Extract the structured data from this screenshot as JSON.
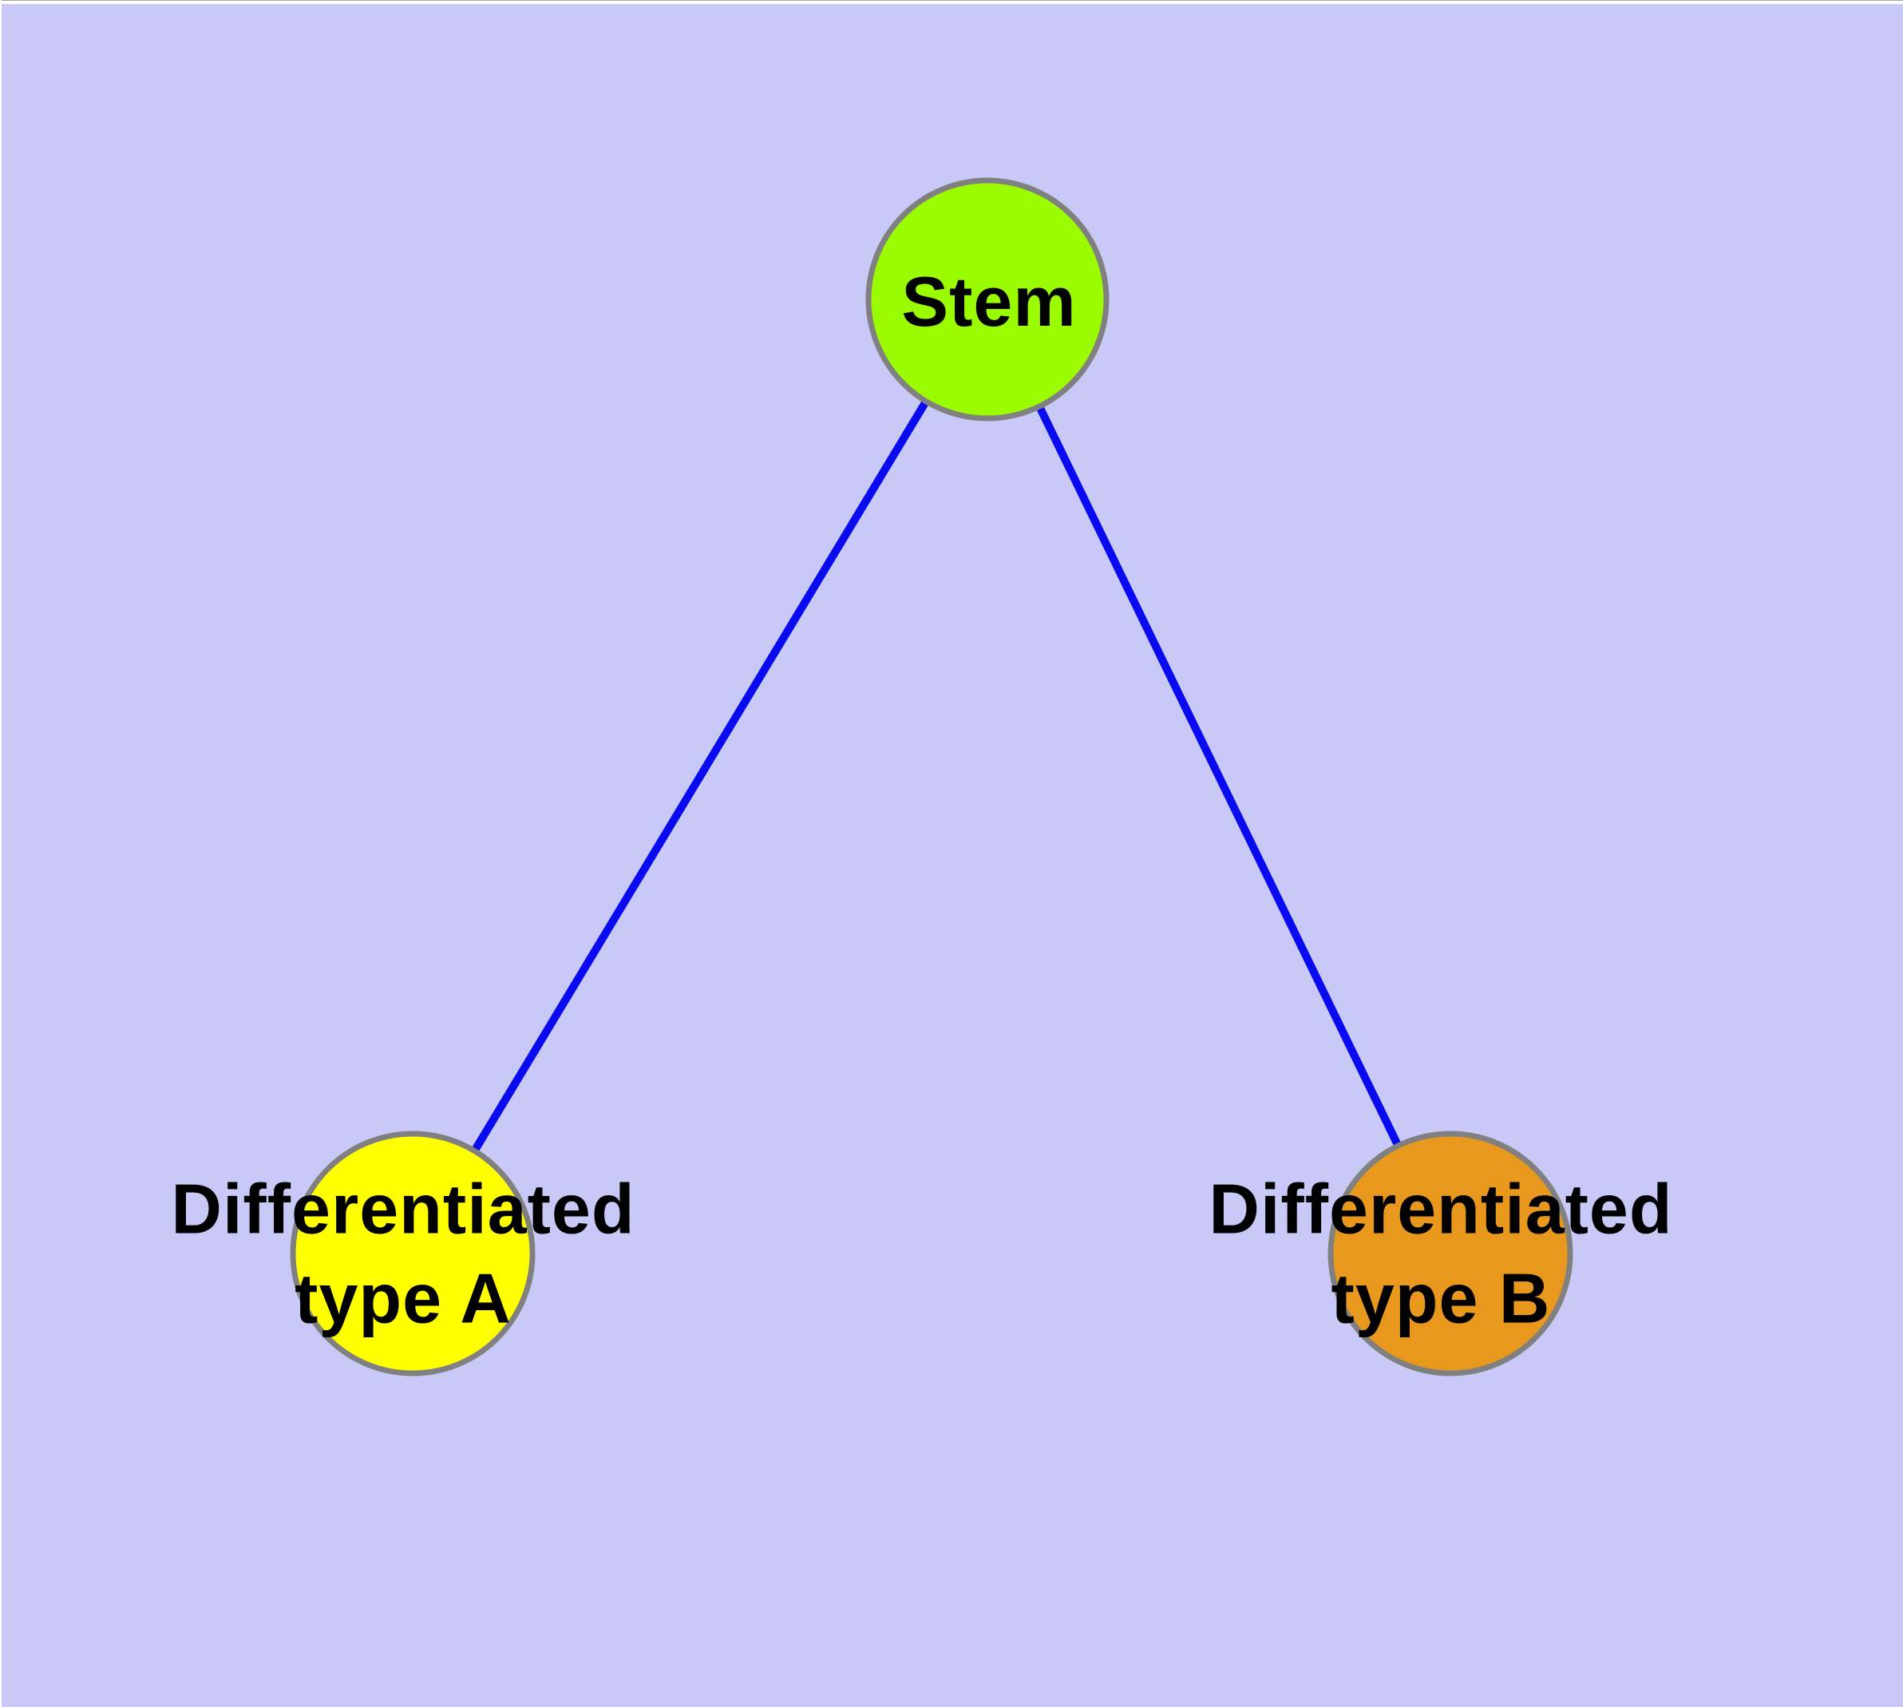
{
  "diagram": {
    "background_color": "#c9c9f8",
    "edge_color": "#0a0af0",
    "node_border_color": "#808080",
    "text_color": "#000000",
    "nodes": {
      "stem": {
        "label": "Stem",
        "fill": "#9bfb00"
      },
      "type_a": {
        "label_line1": "Differentiated",
        "label_line2": "type A",
        "fill": "#ffff00"
      },
      "type_b": {
        "label_line1": "Differentiated",
        "label_line2": "type B",
        "fill": "#e8991d"
      }
    },
    "edges": [
      {
        "from": "Stem",
        "to": "Differentiated type A"
      },
      {
        "from": "Stem",
        "to": "Differentiated type B"
      }
    ]
  }
}
